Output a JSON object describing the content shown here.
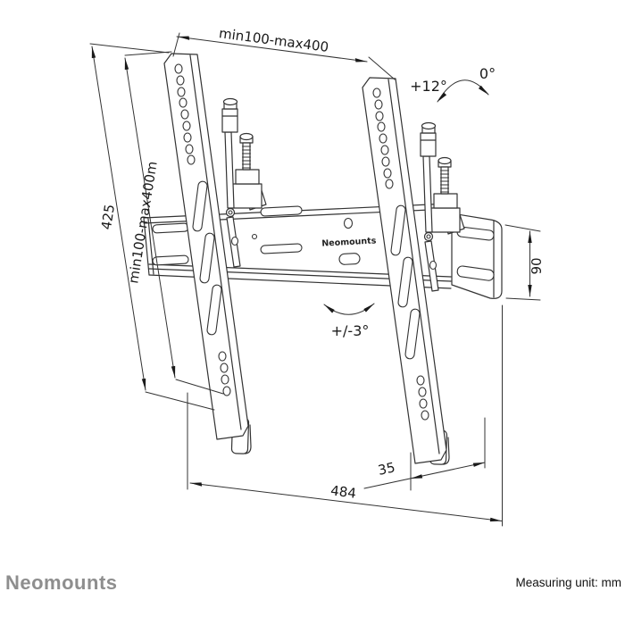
{
  "drawing": {
    "title_hint": "TV wall mount technical drawing",
    "dim_top": "min100-max400",
    "dim_left_outer": "425",
    "dim_left_inner": "min100-max400m",
    "dim_right": "90",
    "dim_bottom_offset": "35",
    "dim_bottom_width": "484",
    "angle_tilt_max": "+12°",
    "angle_tilt_zero": "0°",
    "angle_level": "+/-3°",
    "plate_brand": "Neomounts"
  },
  "footer": {
    "brand": "Neomounts",
    "measuring_unit": "Measuring unit: mm"
  },
  "colors": {
    "line": "#333333",
    "text": "#1a1a1a",
    "brand_gray": "#8e8e8e",
    "background": "#ffffff"
  }
}
